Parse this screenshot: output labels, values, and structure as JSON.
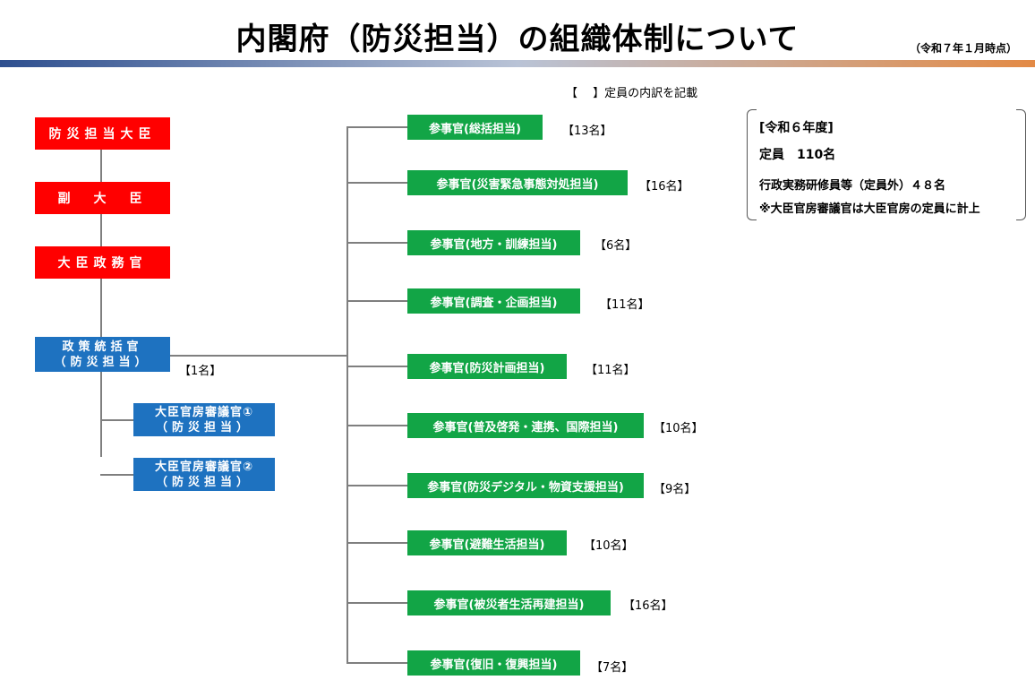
{
  "header": {
    "title": "内閣府（防災担当）の組織体制について",
    "as_of": "（令和７年１月時点）",
    "bar_colors": [
      "#2e4f8f",
      "#e38a45"
    ]
  },
  "note": "【　 】定員の内訳を記載",
  "colors": {
    "red": "#ff0000",
    "blue": "#1e72c0",
    "green": "#12a546",
    "line": "#7f7f7f"
  },
  "left_chain": {
    "minister": "防災担当大臣",
    "vice_minister": "副　大　臣",
    "parliamentary_secretary": "大臣政務官",
    "director_general": {
      "line1": "政策統括官",
      "line2": "（防災担当）",
      "count": "【1名】"
    },
    "councillor_1": {
      "line1": "大臣官房審議官①",
      "line2": "（防災担当）"
    },
    "councillor_2": {
      "line1": "大臣官房審議官②",
      "line2": "（防災担当）"
    }
  },
  "directors": [
    {
      "label": "参事官(総括担当)",
      "count": "【13名】"
    },
    {
      "label": "参事官(災害緊急事態対処担当)",
      "count": "【16名】"
    },
    {
      "label": "参事官(地方・訓練担当)",
      "count": "【6名】"
    },
    {
      "label": "参事官(調査・企画担当)",
      "count": "【11名】"
    },
    {
      "label": "参事官(防災計画担当)",
      "count": "【11名】"
    },
    {
      "label": "参事官(普及啓発・連携、国際担当)",
      "count": "【10名】"
    },
    {
      "label": "参事官(防災デジタル・物資支援担当)",
      "count": "【9名】"
    },
    {
      "label": "参事官(避難生活担当)",
      "count": "【10名】"
    },
    {
      "label": "参事官(被災者生活再建担当)",
      "count": "【16名】"
    },
    {
      "label": "参事官(復旧・復興担当)",
      "count": "【7名】"
    }
  ],
  "info": {
    "year": "[令和６年度]",
    "capacity": "定員　110名",
    "trainees": "行政実務研修員等（定員外）４８名",
    "footnote": "※大臣官房審議官は大臣官房の定員に計上"
  }
}
